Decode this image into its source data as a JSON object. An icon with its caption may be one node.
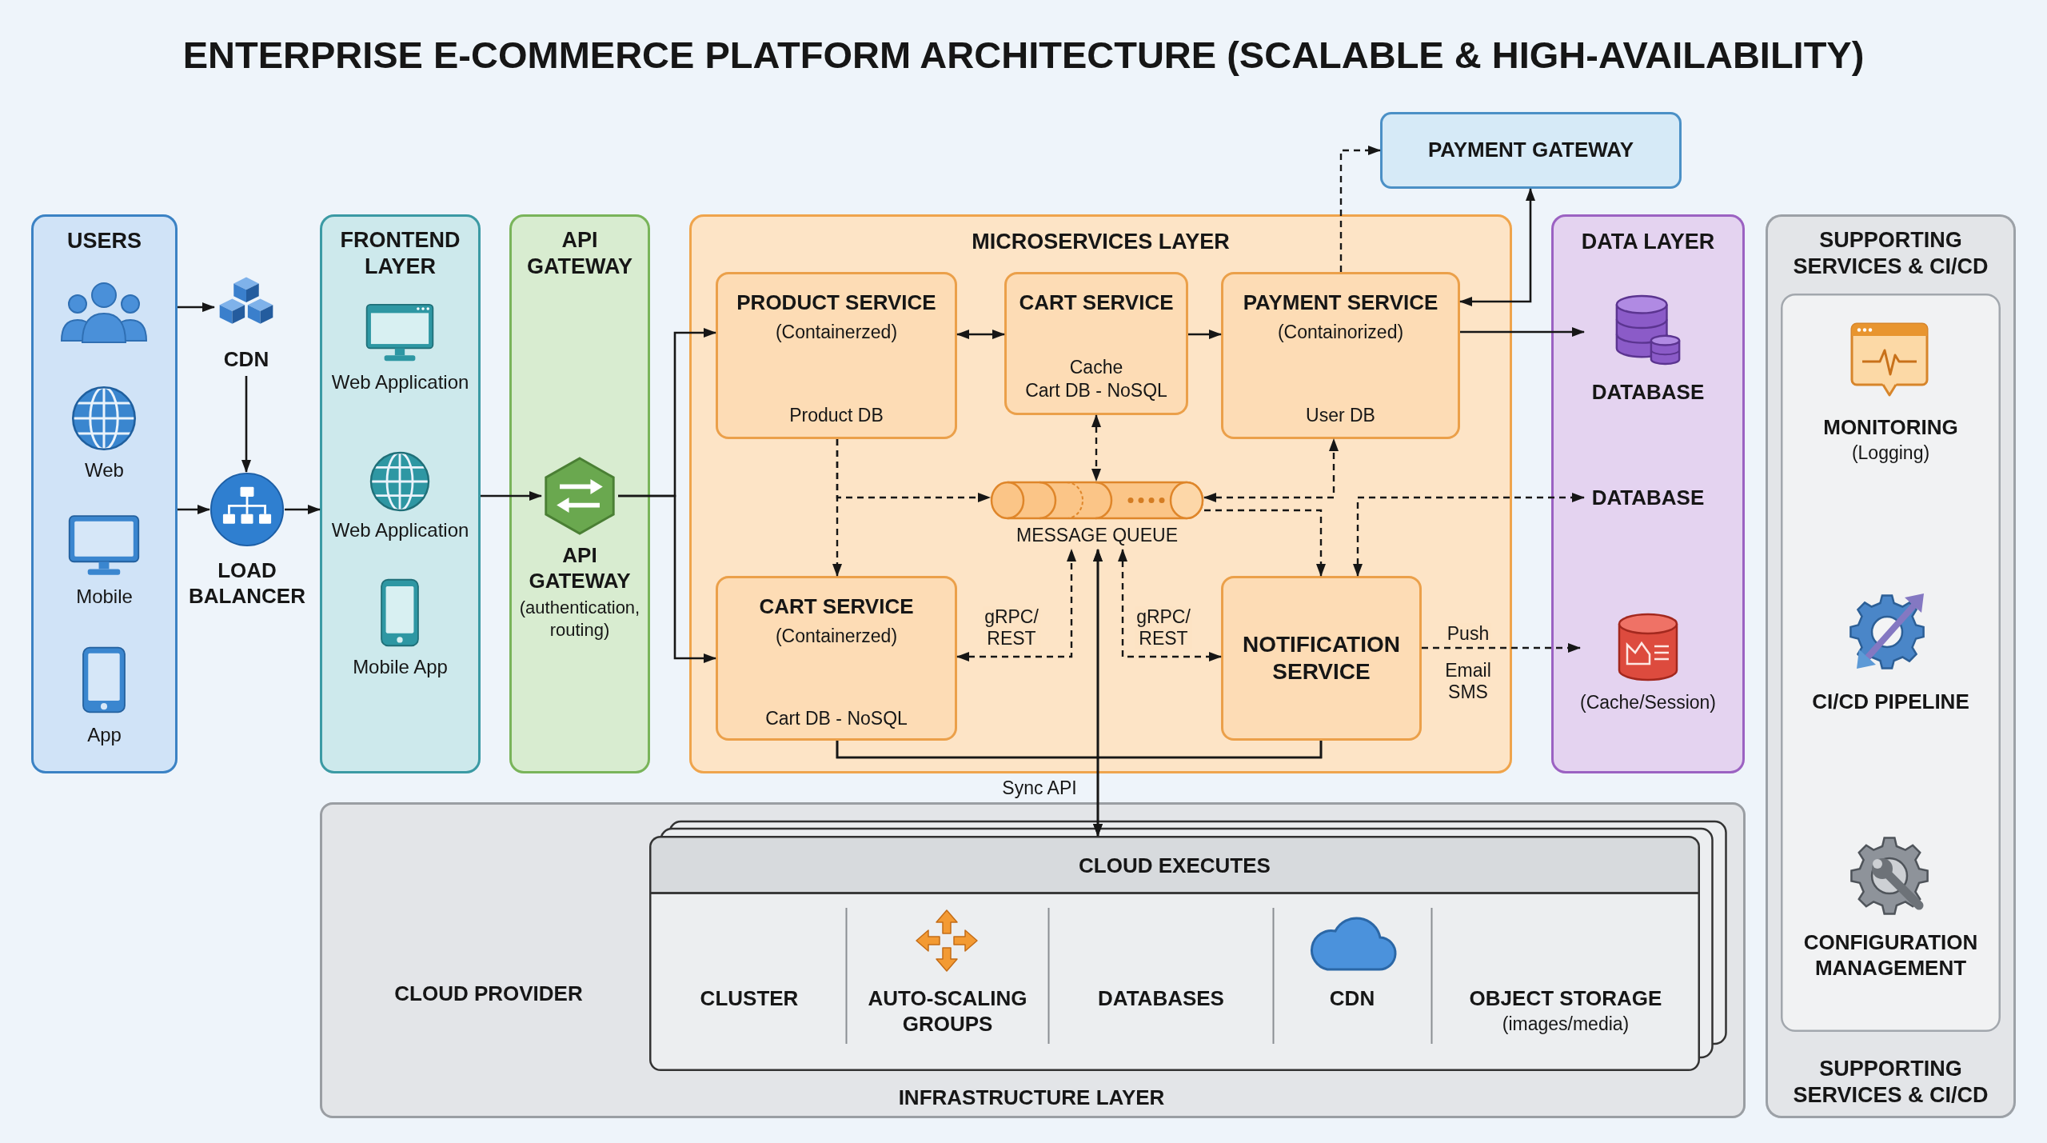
{
  "diagram": {
    "title": "ENTERPRISE E-COMMERCE PLATFORM ARCHITECTURE (SCALABLE & HIGH-AVAILABILITY)",
    "nodes": [
      {
        "text": [
          "USERS",
          "Web",
          "Mobile",
          "App"
        ]
      },
      {
        "text": [
          "CDN"
        ]
      },
      {
        "text": [],
        "shape": "picture",
        "beside": [
          "LOAD BALANCER"
        ]
      },
      {
        "text": [
          "FRONTEND LAYER",
          "Web Application",
          "Web Application",
          "Mobile App"
        ]
      },
      {
        "text": [
          "API GATEWAY"
        ]
      },
      {
        "text": [],
        "shape": "picture",
        "beside": [
          "API GATEWAY",
          "(authentication, routing)"
        ],
        "in": 4
      },
      {
        "text": [
          "PAYMENT GATEWAY"
        ]
      },
      {
        "text": [
          "MICROSERVICES LAYER"
        ]
      },
      {
        "text": [
          "PRODUCT SERVICE",
          "(Containerzed)",
          "Product DB"
        ],
        "in": 7
      },
      {
        "text": [
          "CART SERVICE",
          "Cache",
          "Cart DB - NoSQL"
        ],
        "in": 7
      },
      {
        "text": [
          "PAYMENT SERVICE",
          "(Containorized)",
          "User DB"
        ],
        "in": 7
      },
      {
        "text": [
          "MESSAGE QUEUE"
        ],
        "in": 7
      },
      {
        "text": [
          "CART SERVICE",
          "(Containerzed)",
          "Cart DB - NoSQL"
        ],
        "in": 7
      },
      {
        "text": [
          "NOTIFICATION SERVICE"
        ],
        "in": 7
      },
      {
        "text": [
          "DATA LAYER"
        ]
      },
      {
        "text": [
          "DATABASE"
        ],
        "in": 14
      },
      {
        "text": [
          "DATABASE"
        ],
        "in": 14
      },
      {
        "text": [
          "(Cache/Session)"
        ],
        "in": 14
      },
      {
        "text": [
          "SUPPORTING SERVICES & CI/CD",
          "SUPPORTING SERVICES & CI/CD"
        ]
      },
      {
        "text": [
          "MONITORING",
          "(Logging)",
          "CI/CD PIPELINE",
          "CONFIGURATION MANAGEMENT"
        ],
        "in": 18
      },
      {
        "text": [
          "CLOUD PROVIDER",
          "INFRASTRUCTURE LAYER"
        ]
      },
      {
        "text": [
          "CLOUD EXECUTES",
          "CLUSTER",
          "AUTO-SCALING GROUPS",
          "DATABASES",
          "CDN",
          "OBJECT STORAGE",
          "(images/media)"
        ],
        "in": 20
      }
    ],
    "edges": [
      {
        "from": 0,
        "to": 1,
        "arrow": "to"
      },
      {
        "from": 1,
        "to": 2,
        "arrow": "to"
      },
      {
        "from": 0,
        "to": 2,
        "arrow": "to"
      },
      {
        "from": 2,
        "to": 3,
        "arrow": "to"
      },
      {
        "from": 3,
        "to": 5,
        "arrow": "to"
      },
      {
        "from": 5,
        "to": 8,
        "arrow": "to"
      },
      {
        "from": 5,
        "to": 12,
        "arrow": "to"
      },
      {
        "from": 8,
        "to": 9,
        "arrow": "both"
      },
      {
        "from": 9,
        "to": 10,
        "arrow": "to"
      },
      {
        "from": 10,
        "to": 6,
        "arrow": "to",
        "style": "dashed"
      },
      {
        "from": 10,
        "to": 6,
        "arrow": "both"
      },
      {
        "from": 10,
        "to": 15,
        "arrow": "to"
      },
      {
        "from": 9,
        "to": 11,
        "arrow": "both",
        "style": "dashed"
      },
      {
        "from": 8,
        "to": 11,
        "arrow": "to",
        "style": "dashed"
      },
      {
        "from": 8,
        "to": 12,
        "arrow": "to",
        "style": "dashed"
      },
      {
        "from": 11,
        "to": 10,
        "arrow": "both",
        "style": "dashed"
      },
      {
        "from": 11,
        "to": 13,
        "arrow": "to",
        "style": "dashed"
      },
      {
        "from": 13,
        "to": 16,
        "arrow": "both",
        "style": "dashed"
      },
      {
        "from": 12,
        "to": 11,
        "arrow": "both",
        "style": "dashed",
        "label": "gRPC/ REST"
      },
      {
        "from": 11,
        "to": 13,
        "arrow": "both",
        "style": "dashed",
        "label": "gRPC/ REST"
      },
      {
        "from": 13,
        "to": 17,
        "arrow": "to",
        "style": "dashed",
        "label": "Push"
      },
      {
        "from": 12,
        "to": 21,
        "arrow": "to",
        "label": "Sync API"
      },
      {
        "from": 12,
        "to": 11,
        "arrow": "to"
      },
      {
        "from": 13,
        "to": 21,
        "arrow": "to"
      },
      {
        "from": 13,
        "to": 11,
        "arrow": "to"
      }
    ],
    "labels": [
      "Email SMS"
    ]
  }
}
